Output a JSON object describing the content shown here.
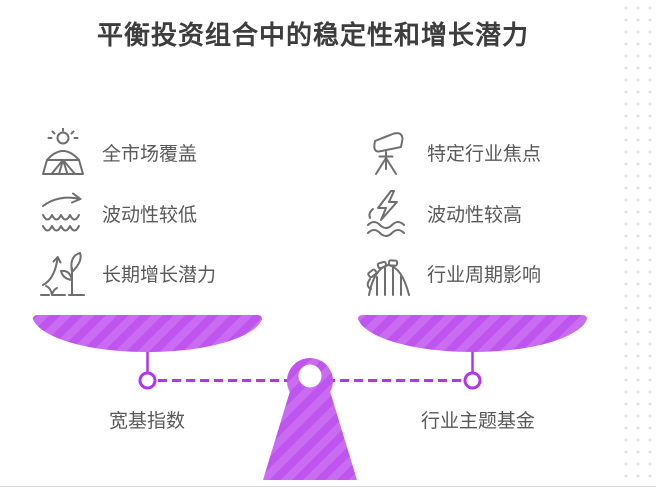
{
  "title": "平衡投资组合中的稳定性和增长潜力",
  "left_panel": {
    "items": [
      {
        "icon": "field-sun-icon",
        "label": "全市场覆盖"
      },
      {
        "icon": "calm-waves-arrow-icon",
        "label": "波动性较低"
      },
      {
        "icon": "growth-plant-icon",
        "label": "长期增长潜力"
      }
    ],
    "scale_label": "宽基指数"
  },
  "right_panel": {
    "items": [
      {
        "icon": "spotlight-icon",
        "label": "特定行业焦点"
      },
      {
        "icon": "lightning-waves-icon",
        "label": "波动性较高"
      },
      {
        "icon": "rollercoaster-icon",
        "label": "行业周期影响"
      }
    ],
    "scale_label": "行业主题基金"
  },
  "colors": {
    "accent_purple": "#bf55ee",
    "accent_purple_light": "#ca6cf1",
    "beam_purple": "#b135f0",
    "title_text": "#3d3d3d",
    "body_text": "#595959",
    "icon_stroke": "#6e6e6e",
    "dot_grid": "#e3e3e3"
  }
}
